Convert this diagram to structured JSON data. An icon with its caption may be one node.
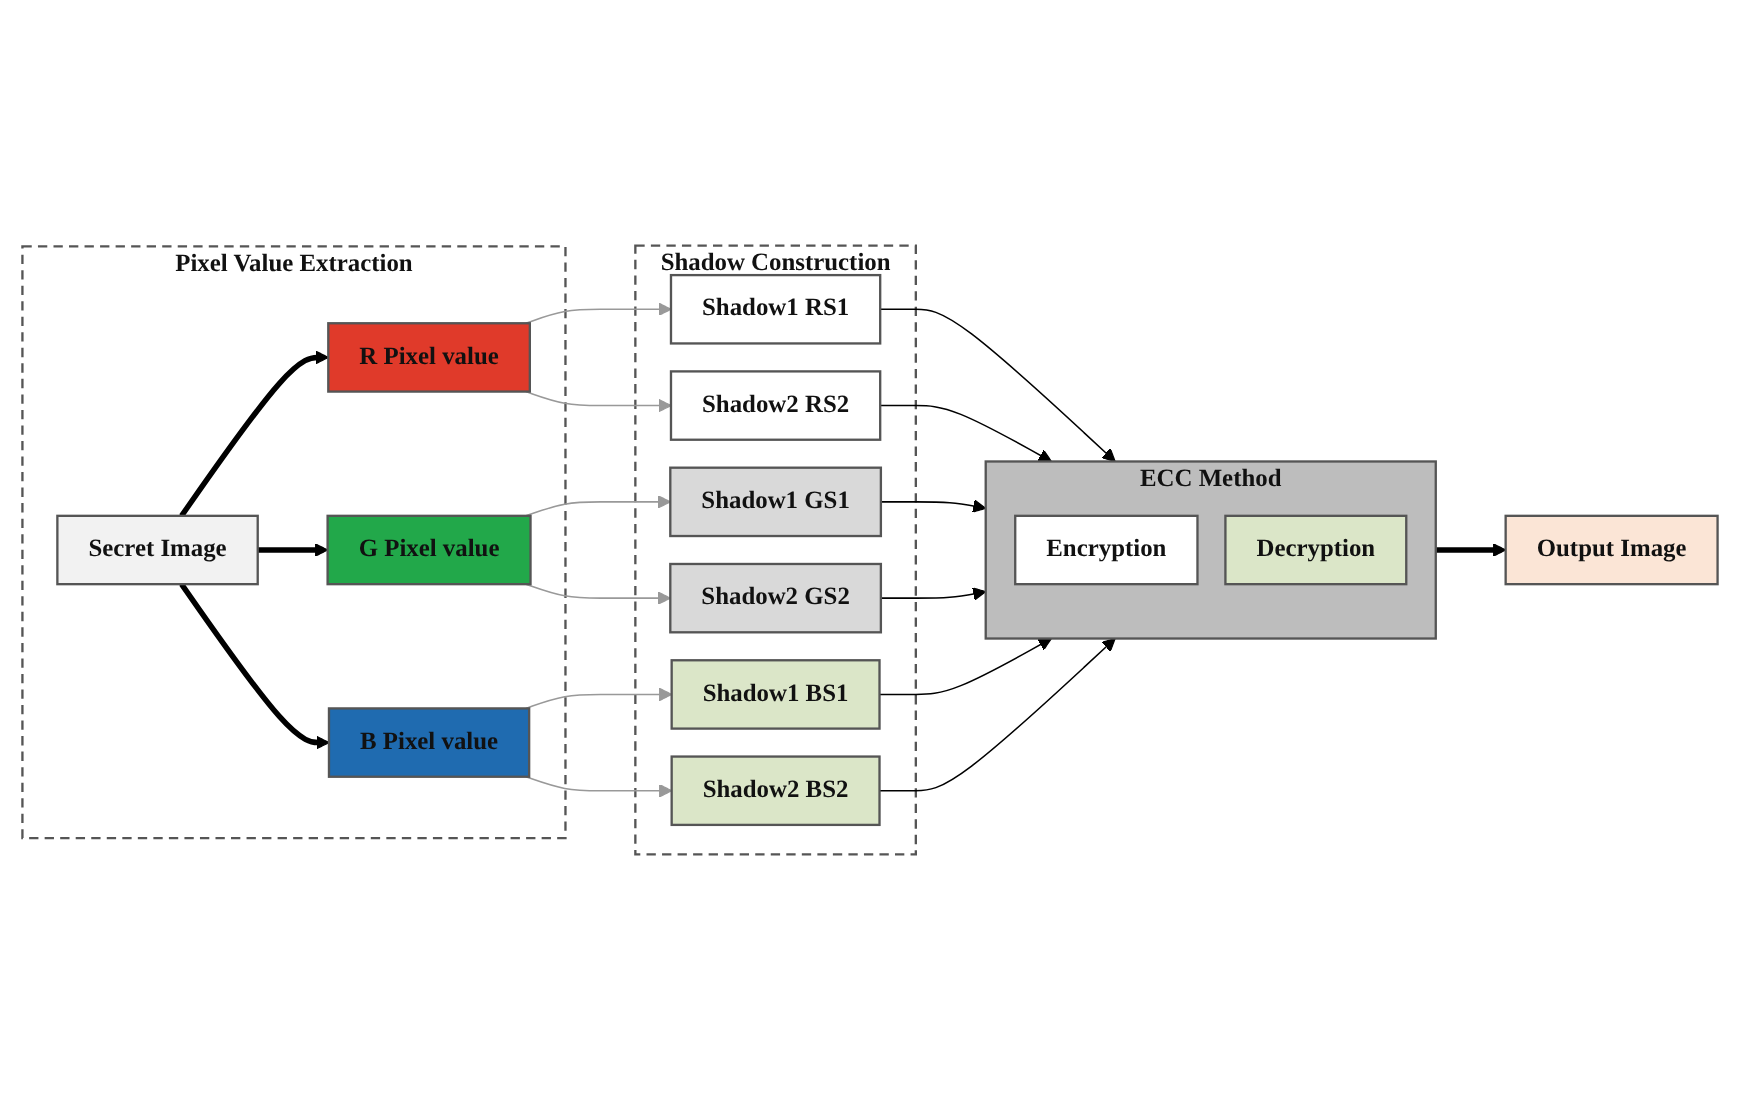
{
  "diagram": {
    "nodes": [
      {
        "text": [
          "Pixel Value Extraction"
        ]
      },
      {
        "text": [
          "Secret Image"
        ],
        "in": 0
      },
      {
        "text": [
          "R Pixel value"
        ],
        "in": 0
      },
      {
        "text": [
          "G Pixel value"
        ],
        "in": 0
      },
      {
        "text": [
          "B Pixel value"
        ],
        "in": 0
      },
      {
        "text": [
          "Shadow Construction"
        ]
      },
      {
        "text": [
          "Shadow1 RS1"
        ],
        "in": 5
      },
      {
        "text": [
          "Shadow2 RS2"
        ],
        "in": 5
      },
      {
        "text": [
          "Shadow1 GS1"
        ],
        "in": 5
      },
      {
        "text": [
          "Shadow2 GS2"
        ],
        "in": 5
      },
      {
        "text": [
          "Shadow1 BS1"
        ],
        "in": 5
      },
      {
        "text": [
          "Shadow2 BS2"
        ],
        "in": 5
      },
      {
        "text": [
          "ECC Method"
        ]
      },
      {
        "text": [
          "Encryption"
        ],
        "in": 12
      },
      {
        "text": [
          "Decryption"
        ],
        "in": 12
      },
      {
        "text": [
          "Output Image"
        ]
      }
    ],
    "edges": [
      {
        "from": 1,
        "to": 2,
        "arrow": "to",
        "style": "thick"
      },
      {
        "from": 1,
        "to": 3,
        "arrow": "to",
        "style": "thick"
      },
      {
        "from": 1,
        "to": 4,
        "arrow": "to",
        "style": "thick"
      },
      {
        "from": 2,
        "to": 6,
        "arrow": "to",
        "color": "#999999"
      },
      {
        "from": 2,
        "to": 7,
        "arrow": "to",
        "color": "#999999"
      },
      {
        "from": 3,
        "to": 8,
        "arrow": "to",
        "color": "#999999"
      },
      {
        "from": 3,
        "to": 9,
        "arrow": "to",
        "color": "#999999"
      },
      {
        "from": 4,
        "to": 10,
        "arrow": "to",
        "color": "#999999"
      },
      {
        "from": 4,
        "to": 11,
        "arrow": "to",
        "color": "#999999"
      },
      {
        "from": 6,
        "to": 12,
        "arrow": "to"
      },
      {
        "from": 7,
        "to": 12,
        "arrow": "to"
      },
      {
        "from": 8,
        "to": 12,
        "arrow": "to"
      },
      {
        "from": 9,
        "to": 12,
        "arrow": "to"
      },
      {
        "from": 10,
        "to": 12,
        "arrow": "to"
      },
      {
        "from": 11,
        "to": 12,
        "arrow": "to"
      },
      {
        "from": 12,
        "to": 15,
        "arrow": "to",
        "style": "thick"
      }
    ]
  }
}
